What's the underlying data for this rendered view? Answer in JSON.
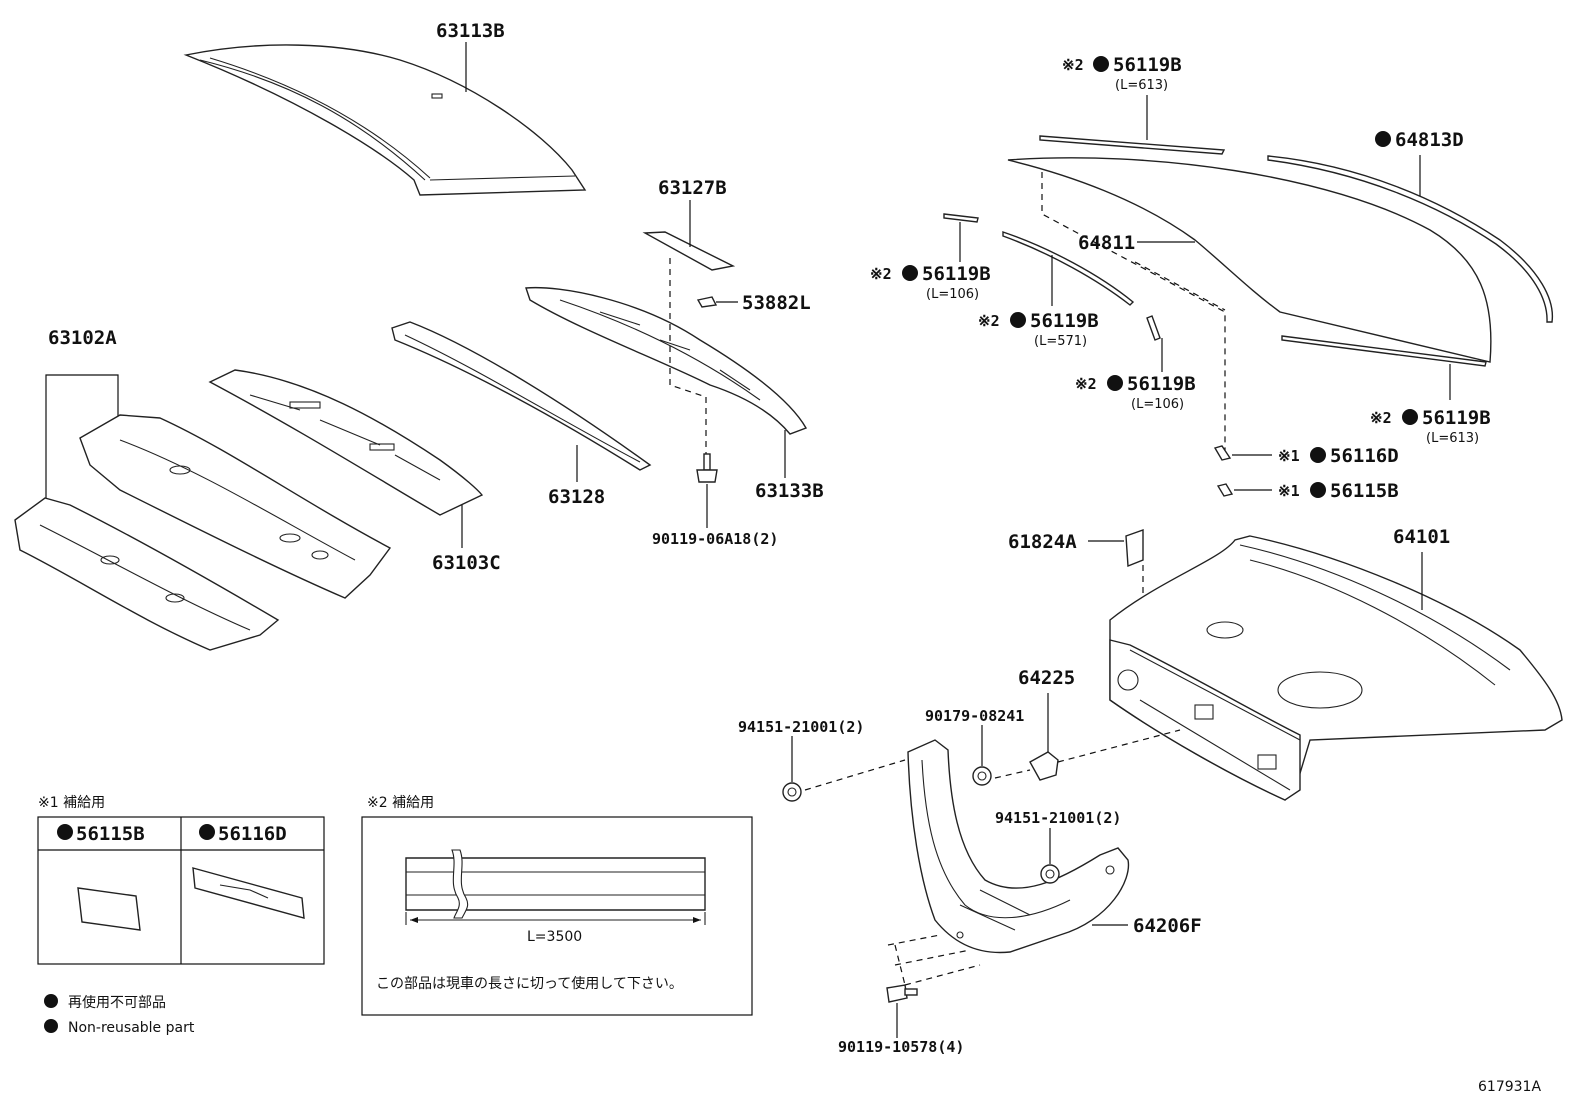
{
  "labels": {
    "p63113B": "63113B",
    "p63127B": "63127B",
    "p53882L": "53882L",
    "p63102A": "63102A",
    "p63128": "63128",
    "p63133B": "63133B",
    "p63103C": "63103C",
    "p90119_06A18": "90119-06A18(2)",
    "p56119B_top": "56119B",
    "p56119B_top_len": "(L=613)",
    "p64813D": "64813D",
    "p64811": "64811",
    "p56119B_a": "56119B",
    "p56119B_a_len": "(L=106)",
    "p56119B_b": "56119B",
    "p56119B_b_len": "(L=571)",
    "p56119B_c": "56119B",
    "p56119B_c_len": "(L=106)",
    "p56119B_d": "56119B",
    "p56119B_d_len": "(L=613)",
    "p56116D": "56116D",
    "p56115B": "56115B",
    "p61824A": "61824A",
    "p64101": "64101",
    "p64225": "64225",
    "p94151_a": "94151-21001(2)",
    "p90179": "90179-08241",
    "p94151_b": "94151-21001(2)",
    "p64206F": "64206F",
    "p90119_10578": "90119-10578(4)"
  },
  "marks": {
    "note1": "※1",
    "note2": "※2"
  },
  "box1": {
    "title": "※1 補給用",
    "col1": "56115B",
    "col2": "56116D"
  },
  "box2": {
    "title": "※2 補給用",
    "length": "L=3500",
    "instruction": "この部品は現車の長さに切って使用して下さい。"
  },
  "legend": {
    "jp": "再使用不可部品",
    "en": "Non-reusable part"
  },
  "diagram_id": "617931A"
}
